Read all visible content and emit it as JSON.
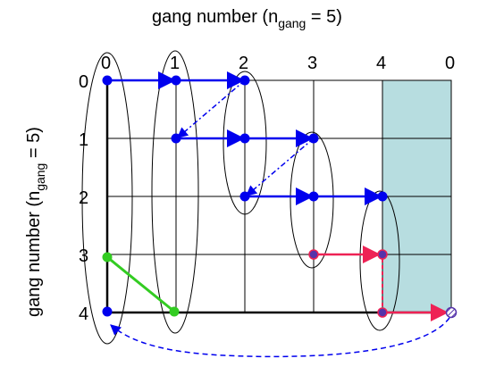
{
  "top_title": {
    "prefix": "gang number (n",
    "sub": "gang",
    "suffix": " = 5)"
  },
  "side_title": {
    "prefix": "gang  number (n",
    "sub": "gang",
    "suffix": " = 5)"
  },
  "col_labels": [
    "0",
    "1",
    "2",
    "3",
    "4",
    "0"
  ],
  "row_labels": [
    "0",
    "1",
    "2",
    "3",
    "4"
  ],
  "colors": {
    "blue": "#0000ee",
    "red": "#ee2255",
    "green": "#33cc22",
    "shade": "#b7dde0",
    "line": "#000000"
  }
}
